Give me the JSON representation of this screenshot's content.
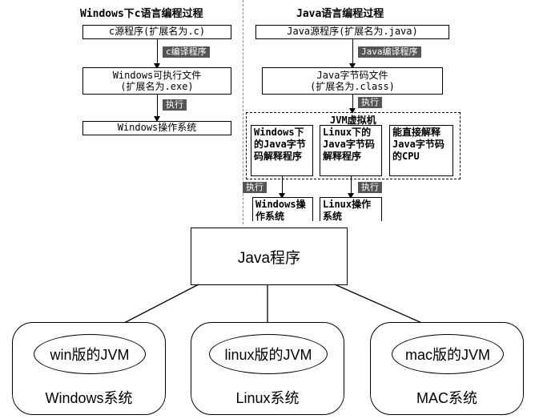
{
  "left_column": {
    "title": "Windows下c语言编程过程",
    "source_box": "c源程序(扩展名为.c)",
    "compile_tag": "c编译程序",
    "exe_box_line1": "Windows可执行文件",
    "exe_box_line2": "(扩展名为.exe)",
    "run_tag": "执行",
    "os_box": "Windows操作系统"
  },
  "right_column": {
    "title": "Java语言编程过程",
    "source_box": "Java源程序(扩展名为.java)",
    "compile_tag": "Java编译程序",
    "bytecode_line1": "Java字节码文件",
    "bytecode_line2": "(扩展名为.class)",
    "run_tag": "执行",
    "jvm_title": "JVM虚拟机",
    "jvm_cells": [
      "Windows下的Java字节码解释程序",
      "Linux下的Java字节码解释程序",
      "能直接解释Java字节码的CPU"
    ],
    "run_tag_win": "执行",
    "run_tag_linux": "执行",
    "win_os": "Windows操作系统",
    "linux_os": "Linux操作系统"
  },
  "lower_diagram": {
    "program_box": "Java程序",
    "systems": [
      {
        "jvm": "win版的JVM",
        "os": "Windows系统"
      },
      {
        "jvm": "linux版的JVM",
        "os": "Linux系统"
      },
      {
        "jvm": "mac版的JVM",
        "os": "MAC系统"
      }
    ]
  }
}
